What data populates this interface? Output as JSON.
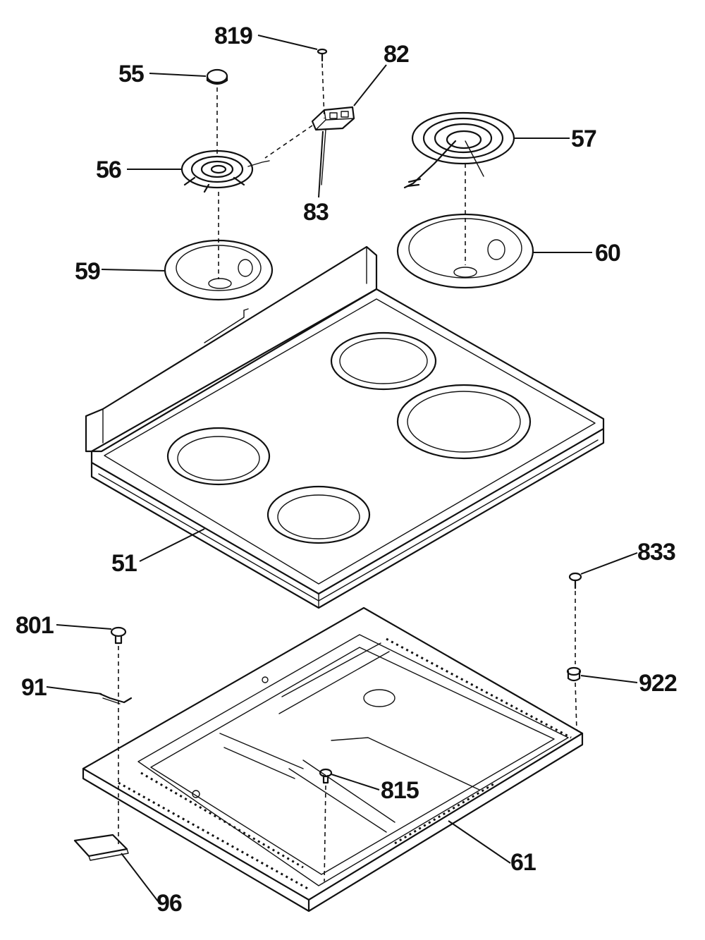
{
  "labels": {
    "p51": "51",
    "p55": "55",
    "p56": "56",
    "p57": "57",
    "p59": "59",
    "p60": "60",
    "p61": "61",
    "p82": "82",
    "p83": "83",
    "p91": "91",
    "p96": "96",
    "p801": "801",
    "p815": "815",
    "p819": "819",
    "p833": "833",
    "p922": "922"
  }
}
